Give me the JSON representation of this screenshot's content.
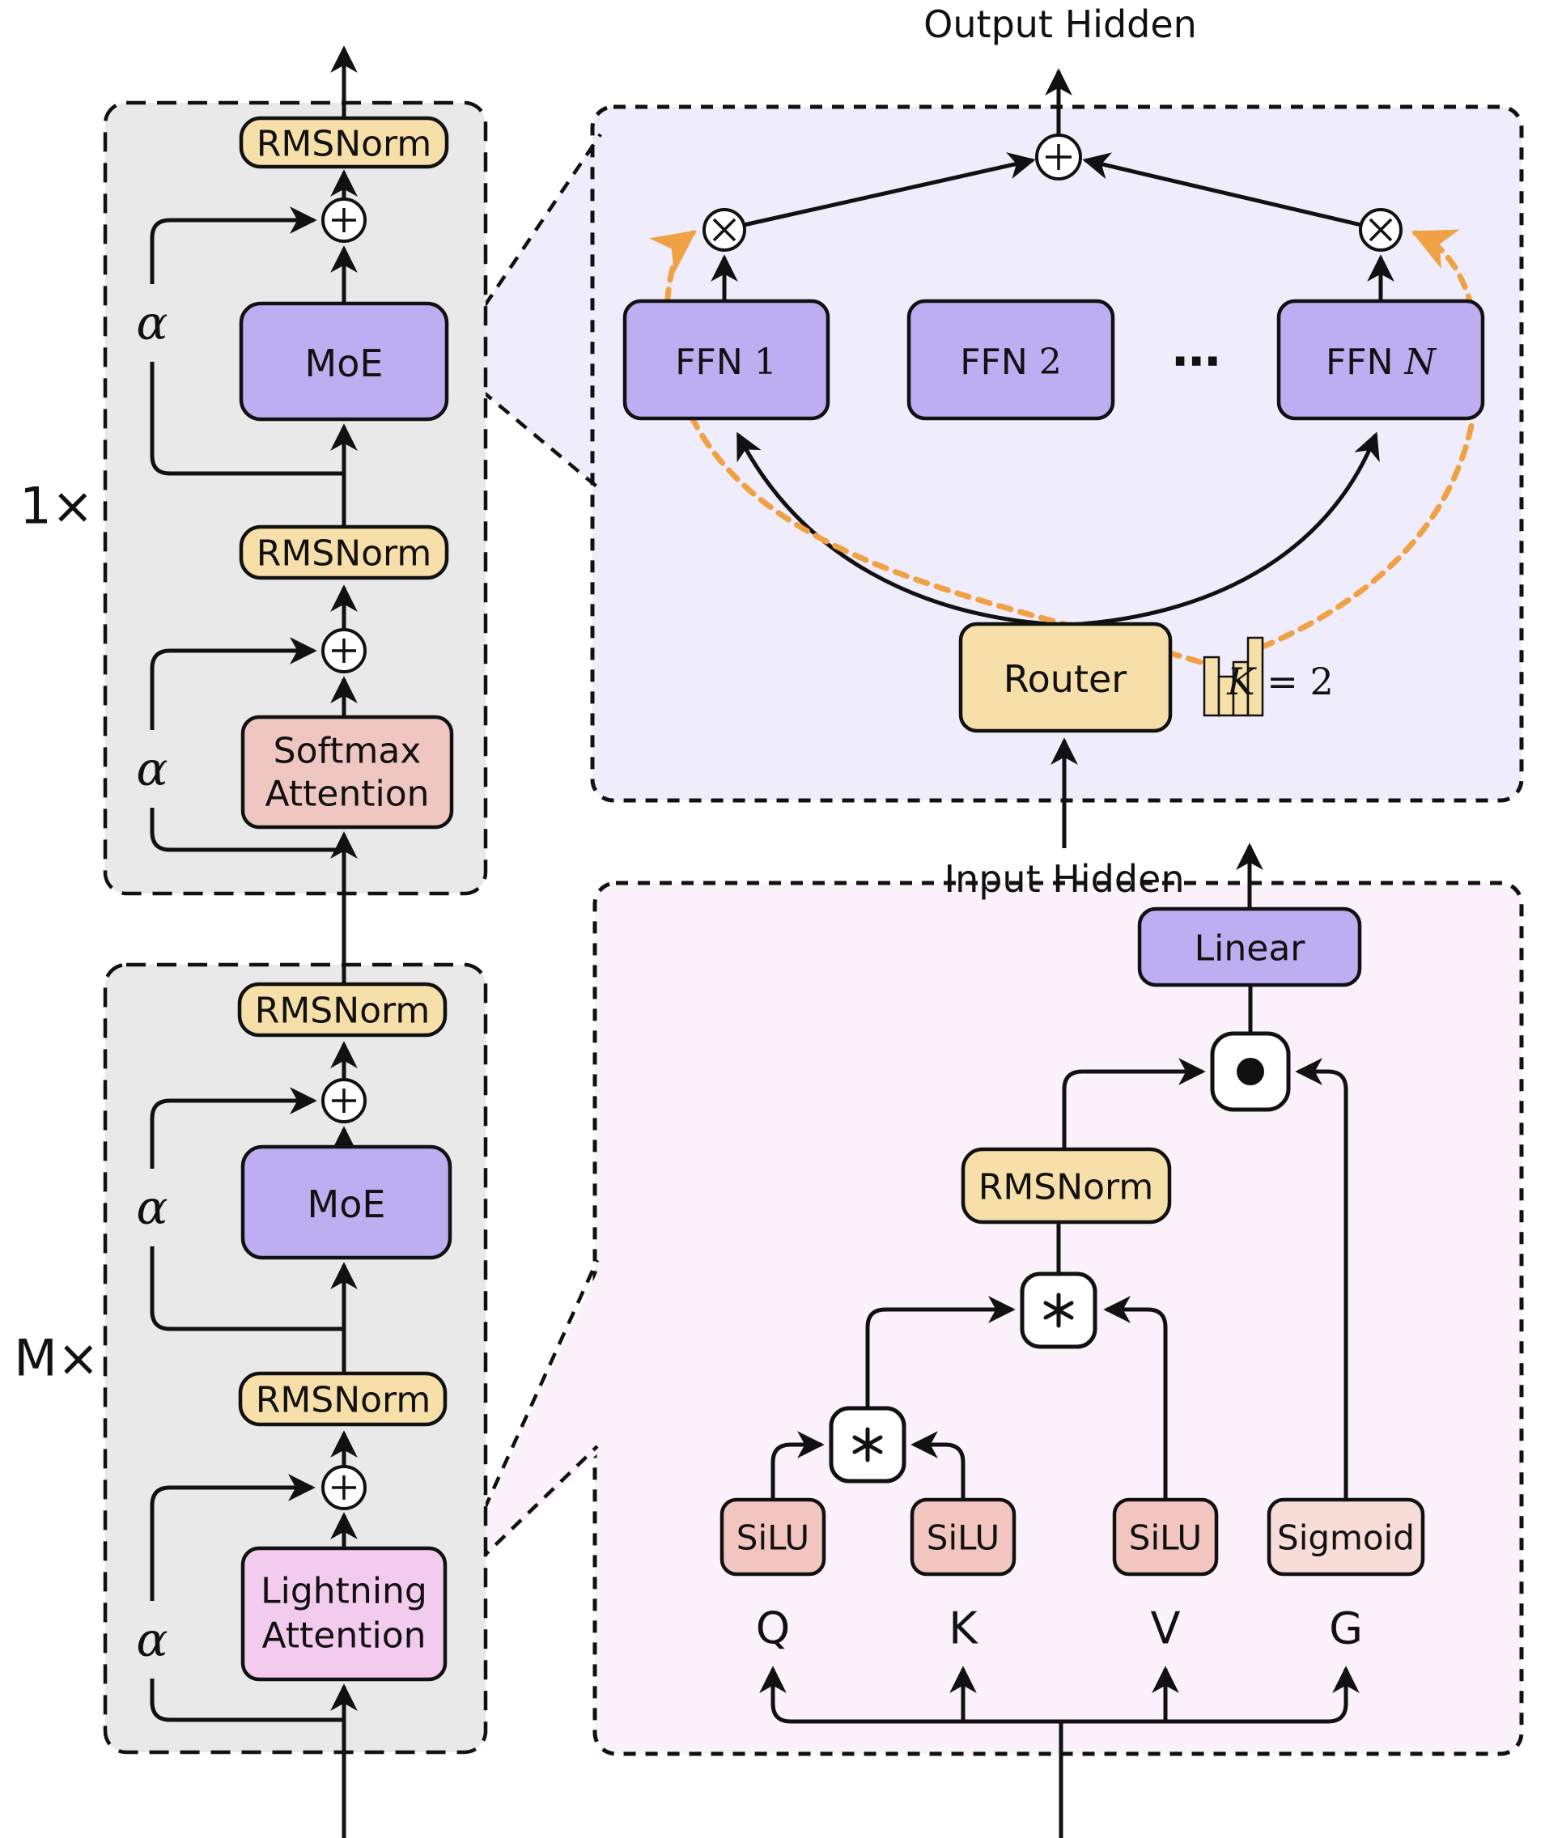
{
  "colors": {
    "group_bg": "#E9E9E9",
    "moe_panel_bg": "#EFEDFB",
    "attn_panel_bg": "#FAF1FB",
    "purple": "#BCAEF0",
    "tan": "#F6DFA8",
    "salmon": "#EFC6C0",
    "pink": "#F3CBEF",
    "silu": "#F2C6BF",
    "sigmoid": "#F7DCD8",
    "orange": "#EFA143",
    "ink": "#111111"
  },
  "left": {
    "group1_label": "1×",
    "group2_label": "M×",
    "alpha": "α",
    "rmsnorm": "RMSNorm",
    "moe": "MoE",
    "softmax_line1": "Softmax",
    "softmax_line2": "Attention",
    "lightning_line1": "Lightning",
    "lightning_line2": "Attention"
  },
  "moe_panel": {
    "output_label": "Output Hidden",
    "input_label": "Input Hidden",
    "router": "Router",
    "ffn_prefix": "FFN ",
    "ffn_1": "1",
    "ffn_2": "2",
    "ffn_n": "N",
    "dots": "⋯",
    "k_var": "K",
    "k_rest": " = 2"
  },
  "attn_panel": {
    "linear": "Linear",
    "rmsnorm": "RMSNorm",
    "silu": "SiLU",
    "sigmoid": "Sigmoid",
    "q": "Q",
    "k": "K",
    "v": "V",
    "g": "G"
  }
}
